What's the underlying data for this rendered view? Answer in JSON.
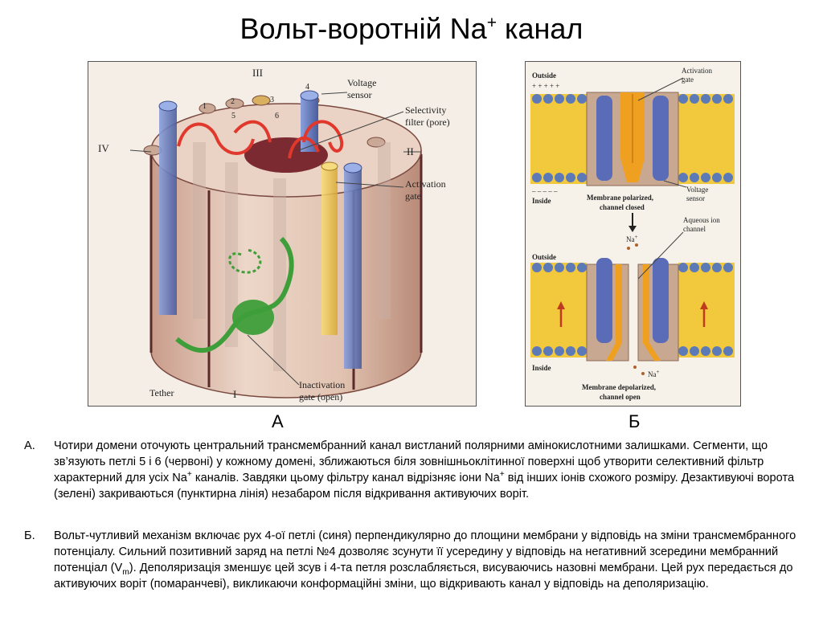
{
  "title": {
    "text": "Вольт-воротній Na",
    "sup": "+",
    "rest": " канал"
  },
  "figure_a": {
    "caption": "А",
    "labels": {
      "domain_3": "III",
      "domain_4": "IV",
      "domain_2": "II",
      "domain_1": "I",
      "seg_1": "1",
      "seg_2": "2",
      "seg_3": "3",
      "seg_4": "4",
      "seg_5": "5",
      "seg_6": "6",
      "voltage_sensor_1": "Voltage",
      "voltage_sensor_2": "sensor",
      "selectivity_1": "Selectivity",
      "selectivity_2": "filter (pore)",
      "activation_1": "Activation",
      "activation_2": "gate",
      "tether": "Tether",
      "inactivation_1": "Inactivation",
      "inactivation_2": "gate (open)"
    }
  },
  "figure_b": {
    "caption": "Б",
    "labels": {
      "outside_top": "Outside",
      "plus_signs": "+ + + + +",
      "activation_1": "Activation",
      "activation_2": "gate",
      "inside_top": "Inside",
      "minus_signs": "– – – – –",
      "polarized_1": "Membrane polarized,",
      "polarized_2": "channel closed",
      "voltage_1": "Voltage",
      "voltage_2": "sensor",
      "na_top": "Na",
      "na_sup": "+",
      "aqueous_1": "Aqueous ion",
      "aqueous_2": "channel",
      "outside_bottom": "Outside",
      "inside_bottom": "Inside",
      "na_bottom": "Na",
      "depolarized_1": "Membrane depolarized,",
      "depolarized_2": "channel open"
    }
  },
  "paragraphs": {
    "a": {
      "marker": "А.",
      "t1": "Чотири домени оточують центральний трансмембранний канал вистланий полярними амінокислотними залишками. Сегменти, що зв’язують петлі 5 і 6 (червоні) у кожному домені, зближаються біля зовнішньоклітинної поверхні щоб утворити селективний фільтр характерний для усіх Na",
      "s1": "+",
      "t2": " каналів. Завдяки цьому фільтру канал відрізняє іони Na",
      "s2": "+",
      "t3": " від інших іонів схожого розміру. Дезактивуючі ворота (зелені) закриваються (пунктирна лінія) незабаром після відкривання активуючих воріт."
    },
    "b": {
      "marker": "Б.",
      "t1": "Вольт-чутливий механізм включає рух 4-ої петлі (синя) перпендикулярно до площини мембрани у відповідь на зміни трансмембранного потенціалу.  Сильний позитивний заряд на петлі №4 дозволяє зсунути її усередину у відповідь на негативний зсередини мембранний потенціал (V",
      "sub": "m",
      "t2": "). Деполяризація  зменшує цей зсув і 4-та петля розслабляється, висуваючись назовні мембрани. Цей рух передається до активуючих воріт (помаранчеві), викликаючи конформаційні зміни, що відкривають канал у відповідь на деполяризацію."
    }
  },
  "colors": {
    "membrane": "#f0c83a",
    "sensor_blue": "#6a7cc0",
    "loop_red": "#e0382c",
    "gate_orange": "#f0a020",
    "inactivation_green": "#3e9e3a",
    "cylinder": "#e6cdbd"
  }
}
